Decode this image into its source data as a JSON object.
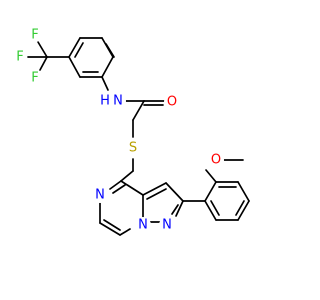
{
  "molecule": {
    "atoms": {
      "f1": "F",
      "f2": "F",
      "f3": "F",
      "nh": "N",
      "h": "H",
      "o_carbonyl": "O",
      "s": "S",
      "o_methoxy": "O",
      "n_pyrazine": "N",
      "n_bridge": "N",
      "n_pyrazole": "N"
    },
    "colors": {
      "bond": "#000000",
      "carbon": "#000000",
      "nitrogen": "#0000ff",
      "oxygen": "#ff0000",
      "sulfur": "#b8a000",
      "fluorine": "#33cc33"
    }
  }
}
